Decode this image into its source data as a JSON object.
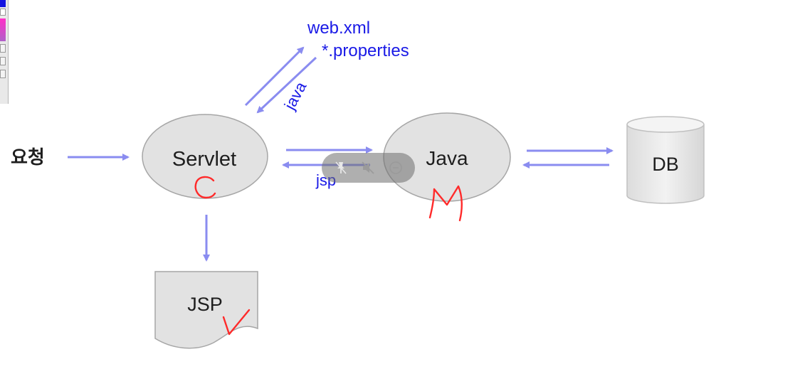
{
  "nodes": {
    "request": "요청",
    "servlet": "Servlet",
    "java": "Java",
    "db": "DB",
    "jsp": "JSP"
  },
  "config_files": {
    "web_xml": "web.xml",
    "properties": "*.properties"
  },
  "edge_labels": {
    "servlet_config": "java",
    "servlet_java": "jsp"
  },
  "colors": {
    "arrow": "#8a8cf0",
    "node_fill": "#e2e2e2",
    "node_stroke": "#a6a6a6",
    "blue_text": "#1a1ae6",
    "annotation": "#ff2a2a"
  },
  "annotations": [
    "C",
    "M",
    "V"
  ],
  "player_icons": [
    "pin-icon",
    "mute-icon",
    "minimize-icon"
  ]
}
